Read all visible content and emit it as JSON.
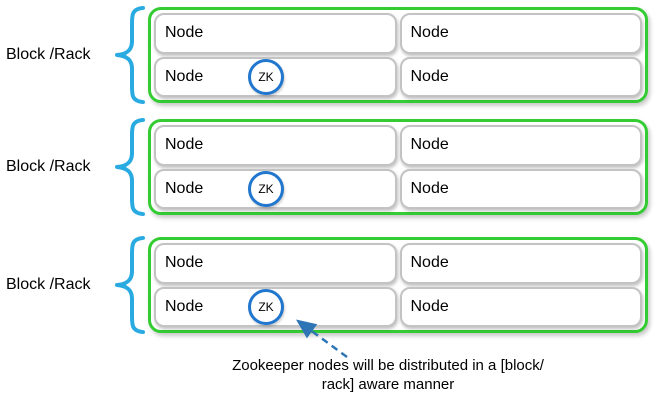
{
  "blocks": [
    {
      "label": "Block /Rack",
      "nodes": [
        {
          "label": "Node",
          "has_zk": false
        },
        {
          "label": "Node",
          "has_zk": false
        },
        {
          "label": "Node",
          "has_zk": true
        },
        {
          "label": "Node",
          "has_zk": false
        }
      ]
    },
    {
      "label": "Block /Rack",
      "nodes": [
        {
          "label": "Node",
          "has_zk": false
        },
        {
          "label": "Node",
          "has_zk": false
        },
        {
          "label": "Node",
          "has_zk": true
        },
        {
          "label": "Node",
          "has_zk": false
        }
      ]
    },
    {
      "label": "Block /Rack",
      "nodes": [
        {
          "label": "Node",
          "has_zk": false
        },
        {
          "label": "Node",
          "has_zk": false
        },
        {
          "label": "Node",
          "has_zk": true
        },
        {
          "label": "Node",
          "has_zk": false
        }
      ]
    }
  ],
  "zk_label": "ZK",
  "annotation": {
    "line1": "Zookeeper nodes will be distributed in a [block/",
    "line2": "rack] aware manner"
  },
  "colors": {
    "rack_border": "#33CC33",
    "brace": "#29ABE2",
    "zk_border": "#2176CE",
    "arrow": "#2E75B6",
    "node_border": "#C3C3C3"
  }
}
